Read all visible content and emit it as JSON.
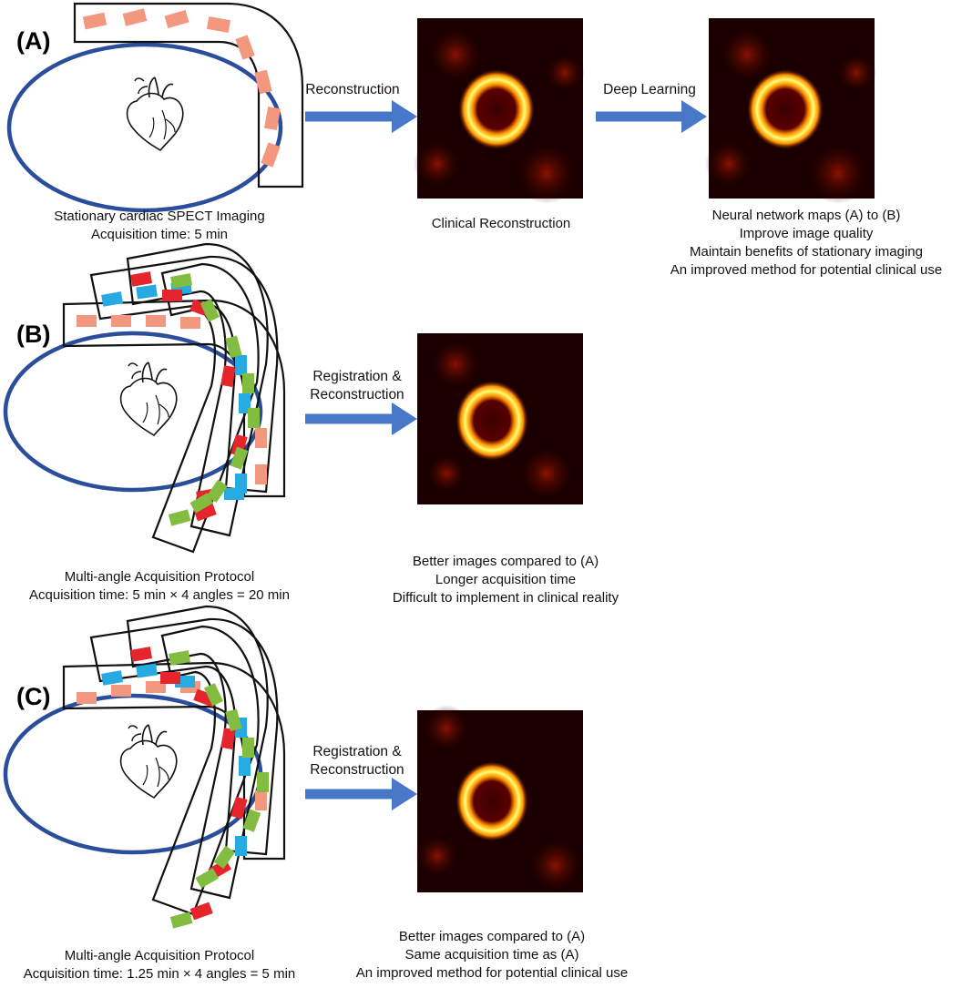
{
  "panels": [
    {
      "label": "(A)",
      "left_caption": [
        "Stationary cardiac SPECT Imaging",
        "Acquisition time: 5 min"
      ],
      "arrow1_label": [
        "Reconstruction"
      ],
      "mid_caption": [
        "Clinical Reconstruction"
      ],
      "arrow2_label": [
        "Deep Learning"
      ],
      "right_caption": [
        "Neural network maps (A) to (B)",
        "Improve image quality",
        "Maintain benefits of stationary imaging",
        "An improved method for potential clinical use"
      ]
    },
    {
      "label": "(B)",
      "left_caption": [
        "Multi-angle Acquisition Protocol",
        "Acquisition time: 5 min × 4 angles = 20 min"
      ],
      "arrow1_label": [
        "Registration &",
        "Reconstruction"
      ],
      "mid_caption": [
        "Better images compared to (A)",
        "Longer acquisition time",
        "Difficult to implement in clinical reality"
      ]
    },
    {
      "label": "(C)",
      "left_caption": [
        "Multi-angle Acquisition Protocol",
        "Acquisition time: 1.25 min × 4 angles = 5 min"
      ],
      "arrow1_label": [
        "Registration &",
        "Reconstruction"
      ],
      "mid_caption": [
        "Better images compared to (A)",
        "Same acquisition time as (A)",
        "An improved method for potential clinical use"
      ]
    }
  ],
  "colors": {
    "ellipse": "#2a4d9c",
    "arrow": "#4a78c8",
    "detector_salmon": "#f4977f",
    "detector_red": "#e5242c",
    "detector_blue": "#27a9e1",
    "detector_green": "#82bd41",
    "image_bg": "#1a0000"
  },
  "icons": [
    "heart-icon"
  ]
}
